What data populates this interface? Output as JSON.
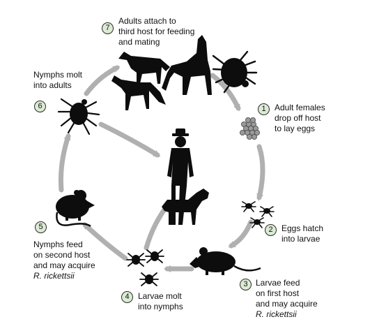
{
  "colors": {
    "arrow": "#b0b0b0",
    "silhouette": "#0d0d0d",
    "badge_fill": "#dcebd3",
    "egg": "#9a9a9a"
  },
  "steps": [
    {
      "number": "1",
      "lines": [
        "Adult females",
        "drop off host",
        "to lay eggs"
      ]
    },
    {
      "number": "2",
      "lines": [
        "Eggs hatch",
        "into larvae"
      ]
    },
    {
      "number": "3",
      "lines": [
        "Larvae feed",
        "on first host",
        "and may acquire"
      ],
      "italic_line": "R. rickettsii"
    },
    {
      "number": "4",
      "lines": [
        "Larvae molt",
        "into nymphs"
      ]
    },
    {
      "number": "5",
      "lines": [
        "Nymphs feed",
        "on second host",
        "and may acquire"
      ],
      "italic_line": "R. rickettsii"
    },
    {
      "number": "6",
      "lines": [
        "Nymphs molt",
        "into adults"
      ]
    },
    {
      "number": "7",
      "lines": [
        "Adults attach to",
        "third host for feeding",
        "and mating"
      ]
    }
  ],
  "icons": [
    "adult-tick-icon",
    "egg-cluster-icon",
    "larvae-icon",
    "rat-icon",
    "larvae-nymphs-icon",
    "mouse-icon",
    "nymph-tick-icon",
    "coyote-icon",
    "fox-icon",
    "wolf-icon",
    "man-icon",
    "dog-icon"
  ]
}
